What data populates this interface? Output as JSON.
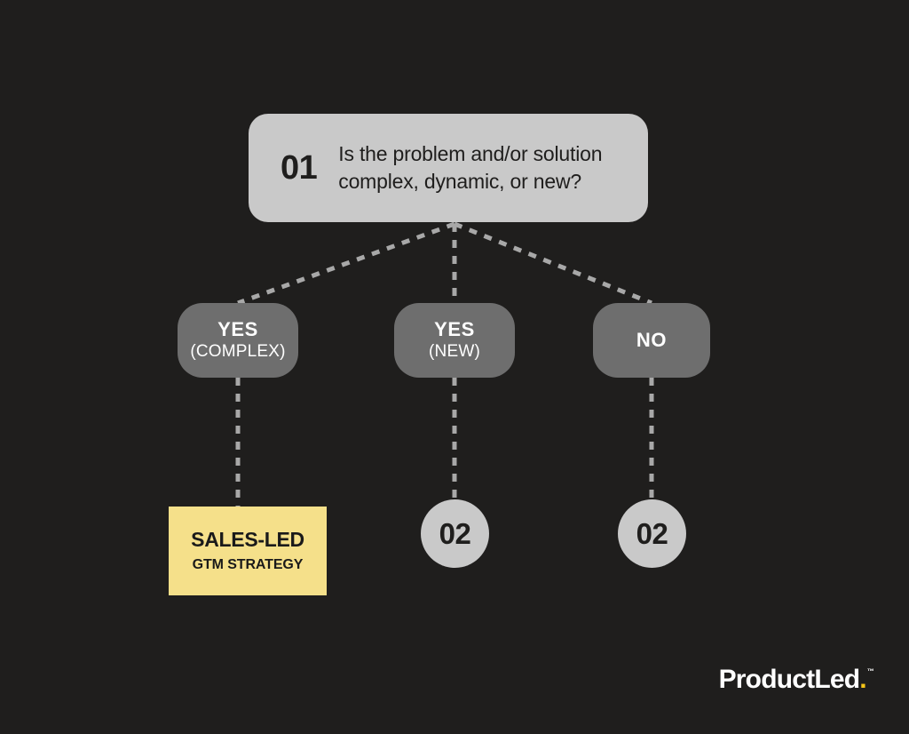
{
  "theme": {
    "background": "#1f1e1d",
    "question_fill": "#c9c9c9",
    "decision_fill": "#6e6e6e",
    "outcome_yellow": "#f5e08a",
    "circle_fill": "#c9c9c9",
    "connector": "#a8a8a8",
    "text_light": "#ffffff",
    "text_dark": "#1f1e1d",
    "brand_yellow": "#f5c518"
  },
  "question": {
    "number": "01",
    "text": "Is the problem and/or solution\ncomplex, dynamic, or new?"
  },
  "decisions": [
    {
      "main": "YES",
      "sub": "(COMPLEX)"
    },
    {
      "main": "YES",
      "sub": "(NEW)"
    },
    {
      "main": "NO",
      "sub": ""
    }
  ],
  "outcomes": [
    {
      "kind": "card",
      "title": "SALES-LED",
      "subtitle": "GTM STRATEGY"
    },
    {
      "kind": "circle",
      "label": "02"
    },
    {
      "kind": "circle",
      "label": "02"
    }
  ],
  "logo": {
    "name": "ProductLed",
    "dot": ".",
    "trademark": "™"
  }
}
